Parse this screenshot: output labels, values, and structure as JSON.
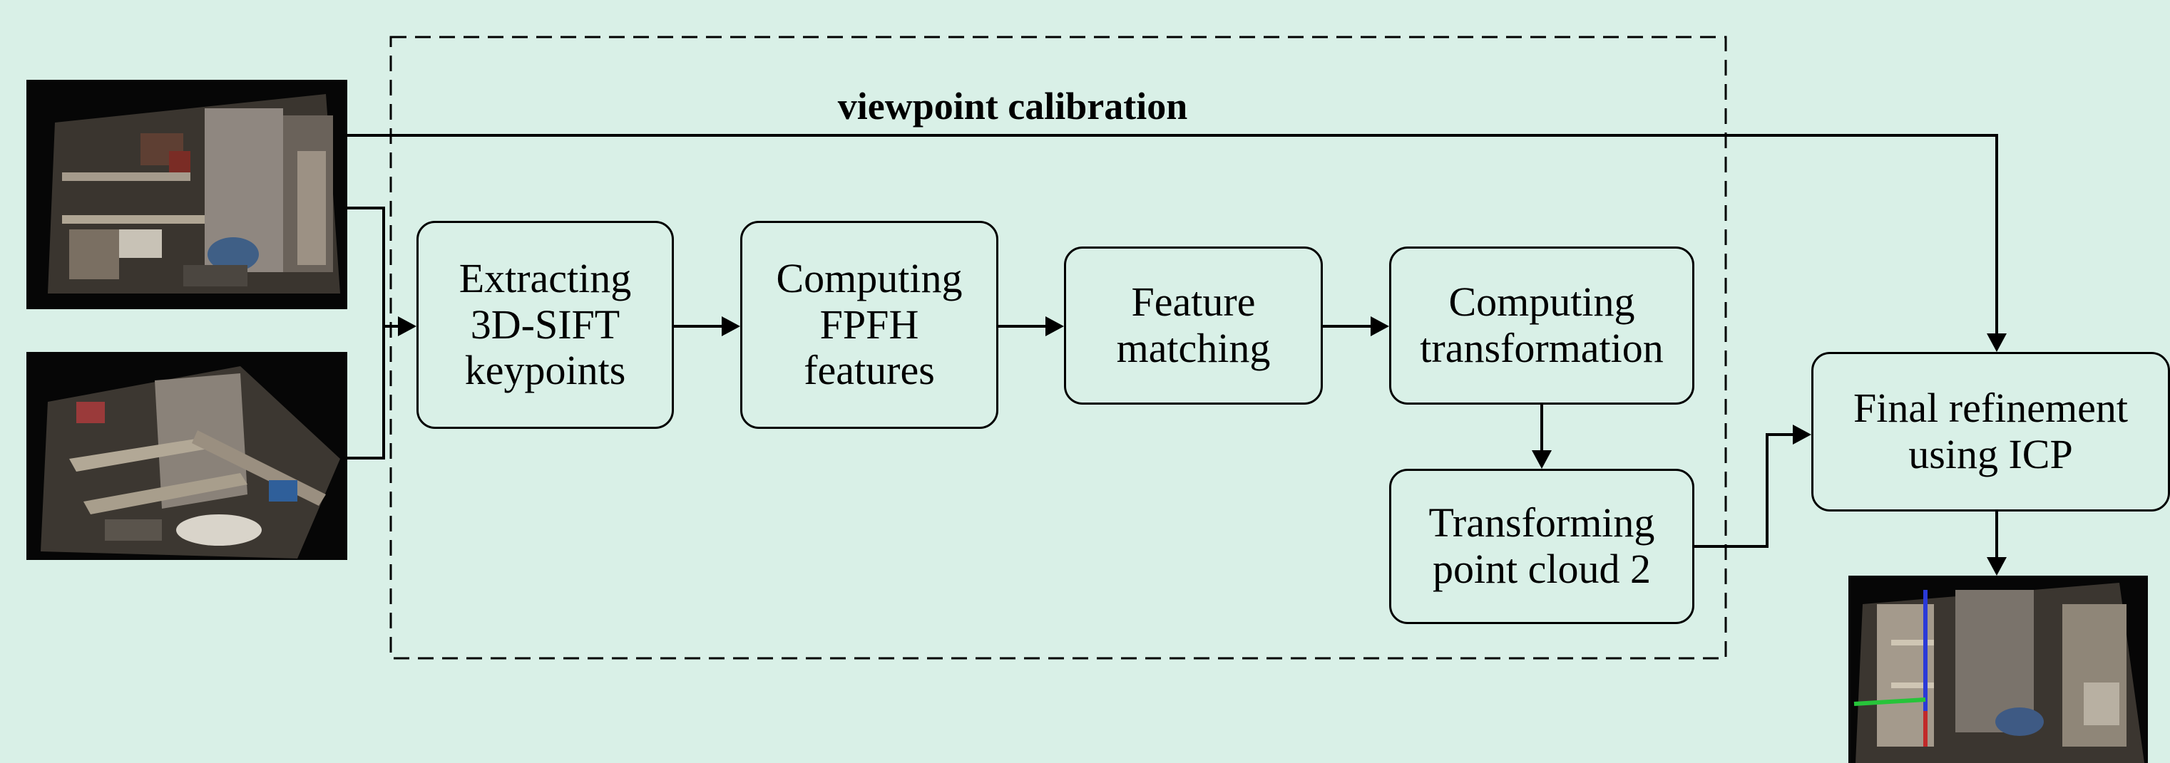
{
  "diagram": {
    "group_label": "viewpoint calibration",
    "steps": [
      {
        "id": "extract",
        "label": "Extracting\n3D-SIFT\nkeypoints"
      },
      {
        "id": "fpfh",
        "label": "Computing\nFPFH\nfeatures"
      },
      {
        "id": "match",
        "label": "Feature\nmatching"
      },
      {
        "id": "transform",
        "label": "Computing\ntransformation"
      },
      {
        "id": "transform_cloud",
        "label": "Transforming\npoint cloud 2"
      },
      {
        "id": "icp",
        "label": "Final refinement\nusing ICP"
      }
    ],
    "images": [
      {
        "name": "input-point-cloud-1"
      },
      {
        "name": "input-point-cloud-2"
      },
      {
        "name": "output-merged-point-cloud"
      }
    ],
    "colors": {
      "background": "#d9f0e7",
      "stroke": "#000000"
    }
  }
}
